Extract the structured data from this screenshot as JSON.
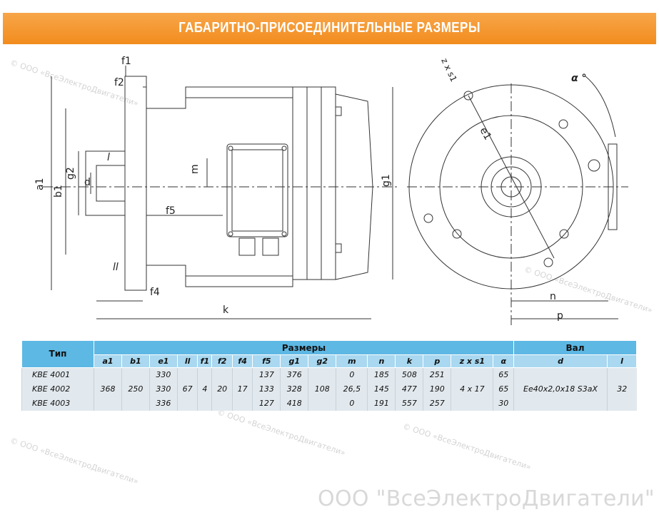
{
  "header": {
    "title": "ГАБАРИТНО-ПРИСОЕДИНИТЕЛЬНЫЕ РАЗМЕРЫ"
  },
  "drawing_labels": {
    "f1": "f1",
    "f2": "f2",
    "a1": "a1",
    "b1": "b1",
    "g2": "g2",
    "d": "d",
    "l": "l",
    "m": "m",
    "f5": "f5",
    "ll": "ll",
    "f4": "f4",
    "k": "k",
    "g1": "g1",
    "zxs1": "z x s1",
    "e1": "e1",
    "alpha": "α °",
    "n": "n",
    "p": "p"
  },
  "watermark": {
    "text": "© ООО «ВсеЭлектроДвигатели»"
  },
  "table": {
    "group_headers": {
      "type": "Тип",
      "sizes": "Размеры",
      "shaft": "Вал"
    },
    "columns": [
      "a1",
      "b1",
      "e1",
      "ll",
      "f1",
      "f2",
      "f4",
      "f5",
      "g1",
      "g2",
      "m",
      "n",
      "k",
      "p",
      "z x s1",
      "α",
      "d",
      "l"
    ],
    "shared": {
      "a1": "368",
      "b1": "250",
      "ll": "67",
      "f1": "4",
      "f2": "20",
      "f4": "17",
      "g2": "108",
      "zxs1": "4 x 17",
      "d": "Ee40x2,0x18 S3aX",
      "l": "32"
    },
    "rows": [
      {
        "type": "KBE 4001",
        "e1": "330",
        "f5": "137",
        "g1": "376",
        "m": "0",
        "n": "185",
        "k": "508",
        "p": "251",
        "alpha": "65"
      },
      {
        "type": "KBE 4002",
        "e1": "330",
        "f5": "133",
        "g1": "328",
        "m": "26,5",
        "n": "145",
        "k": "477",
        "p": "190",
        "alpha": "65"
      },
      {
        "type": "KBE 4003",
        "e1": "336",
        "f5": "127",
        "g1": "418",
        "m": "0",
        "n": "191",
        "k": "557",
        "p": "257",
        "alpha": "30"
      }
    ]
  },
  "footer": {
    "company": "ООО \"ВсеЭлектроДвигатели\""
  }
}
